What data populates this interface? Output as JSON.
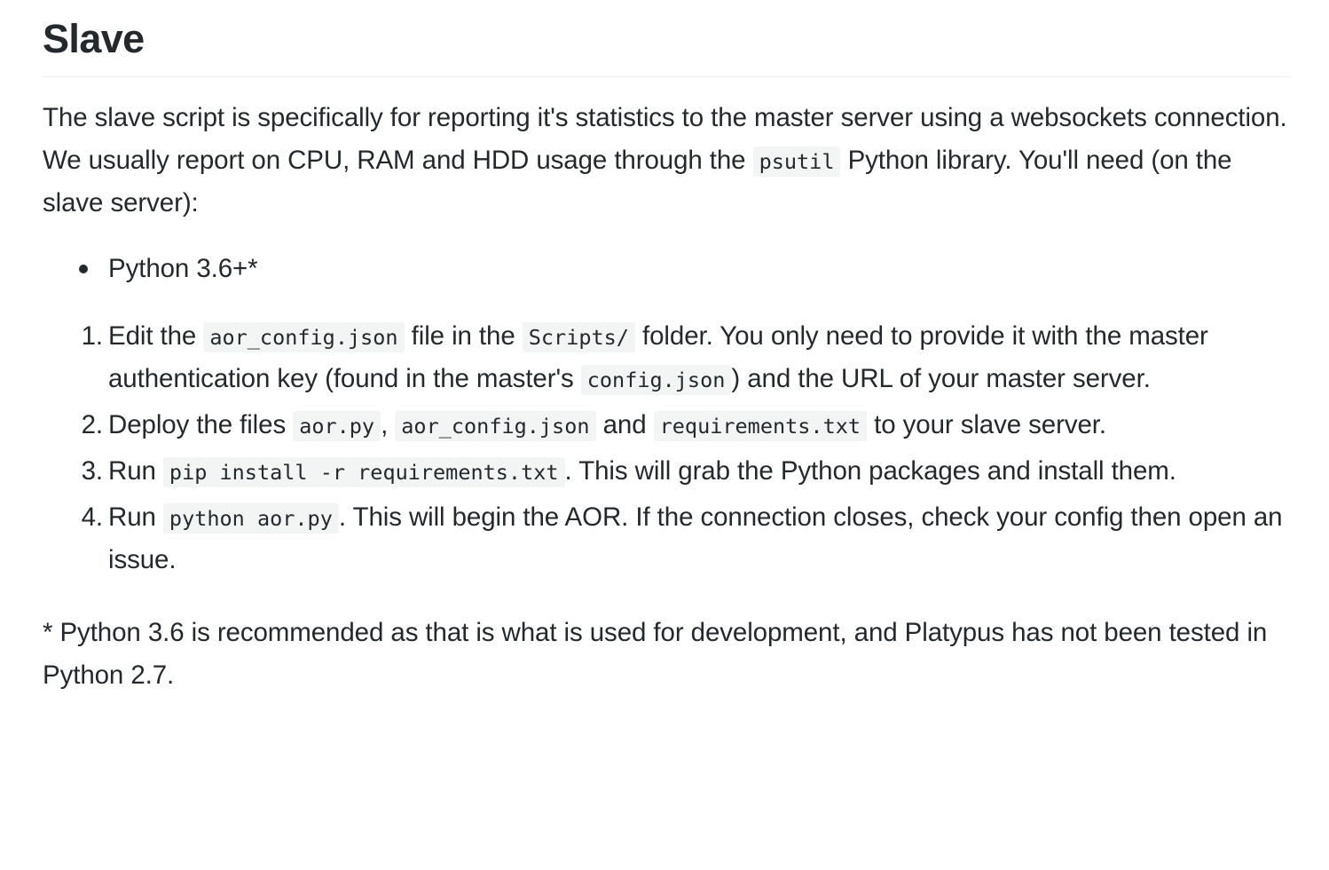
{
  "document": {
    "title": "Slave",
    "intro": {
      "part1": "The slave script is specifically for reporting it's statistics to the master server using a websockets connection. We usually report on CPU, RAM and HDD usage through the ",
      "code1": "psutil",
      "part2": " Python library. You'll need (on the slave server):"
    },
    "requirements": [
      {
        "text": "Python 3.6+*"
      }
    ],
    "steps": [
      {
        "num": "1.",
        "part1": "Edit the ",
        "code1": "aor_config.json",
        "part2": " file in the ",
        "code2": "Scripts/",
        "part3": " folder. You only need to provide it with the master authentication key (found in the master's ",
        "code3": "config.json",
        "part4": ") and the URL of your master server."
      },
      {
        "num": "2.",
        "part1": "Deploy the files ",
        "code1": "aor.py",
        "part2": ", ",
        "code2": "aor_config.json",
        "part3": " and ",
        "code3": "requirements.txt",
        "part4": " to your slave server."
      },
      {
        "num": "3.",
        "part1": "Run ",
        "code1": "pip install -r requirements.txt",
        "part2": ". This will grab the Python packages and install them.",
        "code2": "",
        "part3": "",
        "code3": "",
        "part4": ""
      },
      {
        "num": "4.",
        "part1": "Run ",
        "code1": "python aor.py",
        "part2": ". This will begin the AOR. If the connection closes, check your config then open an issue.",
        "code2": "",
        "part3": "",
        "code3": "",
        "part4": ""
      }
    ],
    "footnote": "* Python 3.6 is recommended as that is what is used for development, and Platypus has not been tested in Python 2.7."
  },
  "colors": {
    "text": "#24292e",
    "background": "#ffffff",
    "rule": "#eaecef",
    "code_background": "rgba(27,31,35,0.05)"
  }
}
